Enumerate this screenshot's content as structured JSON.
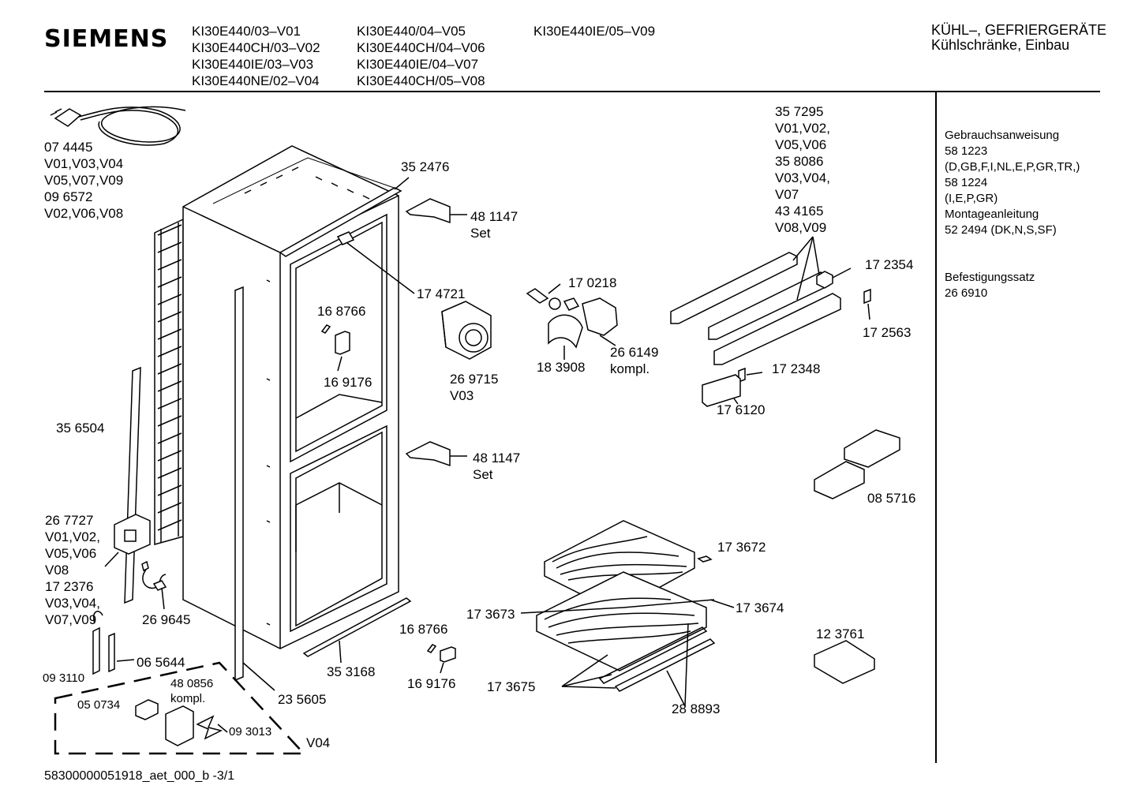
{
  "header": {
    "brand": "SIEMENS",
    "models_col1": [
      "KI30E440/03–V01",
      "KI30E440CH/03–V02",
      "KI30E440IE/03–V03",
      "KI30E440NE/02–V04"
    ],
    "models_col2": [
      "KI30E440/04–V05",
      "KI30E440CH/04–V06",
      "KI30E440IE/04–V07",
      "KI30E440CH/05–V08"
    ],
    "models_col3": [
      "KI30E440IE/05–V09"
    ],
    "category_line1": "KÜHL–, GEFRIERGERÄTE",
    "category_line2": "Kühlschränke, Einbau"
  },
  "sidebar": {
    "docs": [
      "Gebrauchsanweisung",
      "58 1223",
      "(D,GB,F,I,NL,E,P,GR,TR,)",
      "58 1224",
      "(I,E,P,GR)",
      "Montageanleitung",
      "52 2494 (DK,N,S,SF)"
    ],
    "fixing": [
      "Befestigungssatz",
      "26 6910"
    ]
  },
  "parts": {
    "p074445": [
      "07 4445",
      "V01,V03,V04",
      "V05,V07,V09",
      "09 6572",
      "V02,V06,V08"
    ],
    "p352476": "35 2476",
    "p481147a": [
      "48 1147",
      "Set"
    ],
    "p174721": "17 4721",
    "p168766a": "16 8766",
    "p169176a": "16 9176",
    "p269715": [
      "26 9715",
      "V03"
    ],
    "p170218": "17 0218",
    "p183908": "18 3908",
    "p266149": [
      "26 6149",
      "kompl."
    ],
    "p357295": [
      "35 7295",
      "V01,V02,",
      "V05,V06",
      "35 8086",
      "V03,V04,",
      "V07",
      "43 4165",
      "V08,V09"
    ],
    "p172354": "17 2354",
    "p172563": "17 2563",
    "p172348": "17 2348",
    "p176120": "17 6120",
    "p356504": "35 6504",
    "p481147b": [
      "48 1147",
      "Set"
    ],
    "p085716": "08 5716",
    "p267727": [
      "26 7727",
      "V01,V02,",
      "V05,V06",
      "V08",
      "17 2376",
      "V03,V04,",
      "V07,V09"
    ],
    "p269645": "26 9645",
    "p173672": "17 3672",
    "p173673": "17 3673",
    "p173674": "17 3674",
    "p123761": "12 3761",
    "p168766b": "16 8766",
    "p169176b": "16 9176",
    "p353168": "35 3168",
    "p093110": "09 3110",
    "p065644": "06 5644",
    "p480856": [
      "48 0856",
      "kompl."
    ],
    "p050734": "05 0734",
    "p093013": "09 3013",
    "pV04": "V04",
    "p235605": "23 5605",
    "p173675": "17 3675",
    "p288893": "28 8893"
  },
  "footer": "58300000051918_aet_000_b -3/1"
}
